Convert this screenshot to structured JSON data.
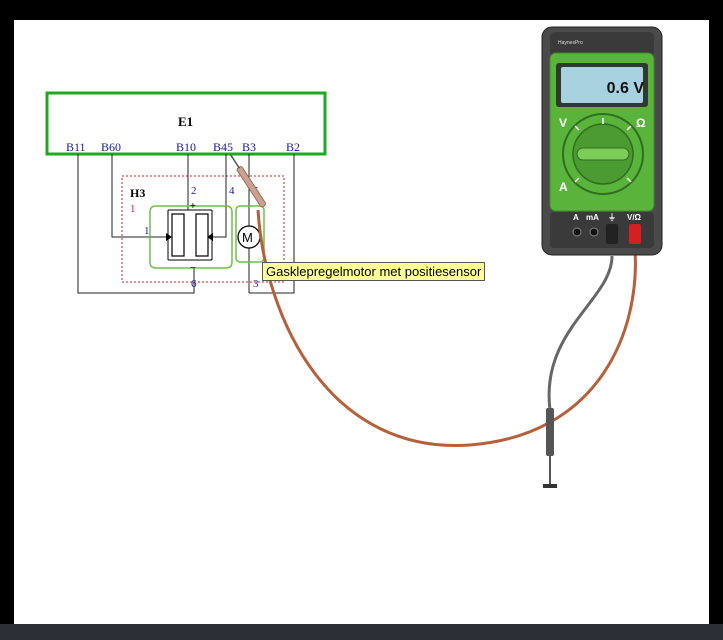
{
  "diagram": {
    "ecu_label": "E1",
    "pins": [
      "B11",
      "B60",
      "B10",
      "B45",
      "B3",
      "B2"
    ],
    "component_label": "H3",
    "component_marker": "1",
    "terminals": [
      "2",
      "4",
      "5",
      "1",
      "6",
      "3"
    ],
    "polarity_plus": "+",
    "polarity_minus": "−",
    "motor_symbol": "M",
    "tooltip": "Gasklepregelmotor met positiesensor"
  },
  "multimeter": {
    "brand": "HaynesPro",
    "reading": "0.6 V",
    "dial_labels": {
      "volts": "V",
      "ohms": "Ω",
      "amps": "A"
    },
    "socket_labels": [
      "A",
      "mA",
      "⏚",
      "V/Ω"
    ]
  },
  "colors": {
    "ecu_border": "#1fa81f",
    "pin_text": "#1a1aa0",
    "probe_lead": "#b5603a",
    "meter_green": "#5ab43c"
  }
}
